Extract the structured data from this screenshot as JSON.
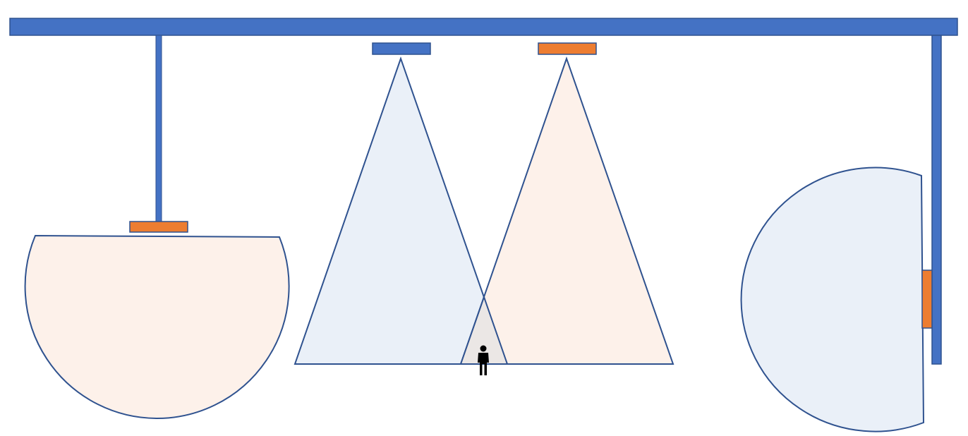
{
  "colors": {
    "background": "#ffffff",
    "beam": "#4472c4",
    "beam_stroke": "#2f528f",
    "sensor_orange": "#ed7d31",
    "coverage_orange_fill": "#fdf1ea",
    "coverage_blue_fill": "#eaf0f8",
    "coverage_outline": "#2f528f",
    "overlap_fill": "#ebe7e5",
    "person": "#000000"
  },
  "diagram": {
    "elements": [
      {
        "id": "ceiling-beam",
        "kind": "structure",
        "icon": "horizontal-bar",
        "color": "beam"
      },
      {
        "id": "pendant-rod",
        "kind": "structure",
        "icon": "vertical-rod",
        "color": "beam"
      },
      {
        "id": "pendant-sensor",
        "kind": "sensor",
        "icon": "orange-rectangle",
        "color": "sensor_orange"
      },
      {
        "id": "pendant-coverage",
        "kind": "coverage",
        "icon": "semicircle",
        "color": "coverage_orange_fill"
      },
      {
        "id": "ceiling-sensor-blue",
        "kind": "sensor",
        "icon": "blue-rectangle",
        "color": "beam"
      },
      {
        "id": "ceiling-sensor-orange",
        "kind": "sensor",
        "icon": "orange-rectangle",
        "color": "sensor_orange"
      },
      {
        "id": "blue-cone",
        "kind": "coverage",
        "icon": "triangle",
        "color": "coverage_blue_fill"
      },
      {
        "id": "orange-cone",
        "kind": "coverage",
        "icon": "triangle",
        "color": "coverage_orange_fill"
      },
      {
        "id": "overlap-zone",
        "kind": "coverage",
        "icon": "small-triangle",
        "color": "overlap_fill"
      },
      {
        "id": "person",
        "kind": "figure",
        "icon": "person-icon",
        "color": "person"
      },
      {
        "id": "wall-post",
        "kind": "structure",
        "icon": "vertical-post",
        "color": "beam"
      },
      {
        "id": "wall-sensor",
        "kind": "sensor",
        "icon": "orange-rectangle",
        "color": "sensor_orange"
      },
      {
        "id": "wall-coverage",
        "kind": "coverage",
        "icon": "semicircle",
        "color": "coverage_blue_fill"
      }
    ]
  }
}
